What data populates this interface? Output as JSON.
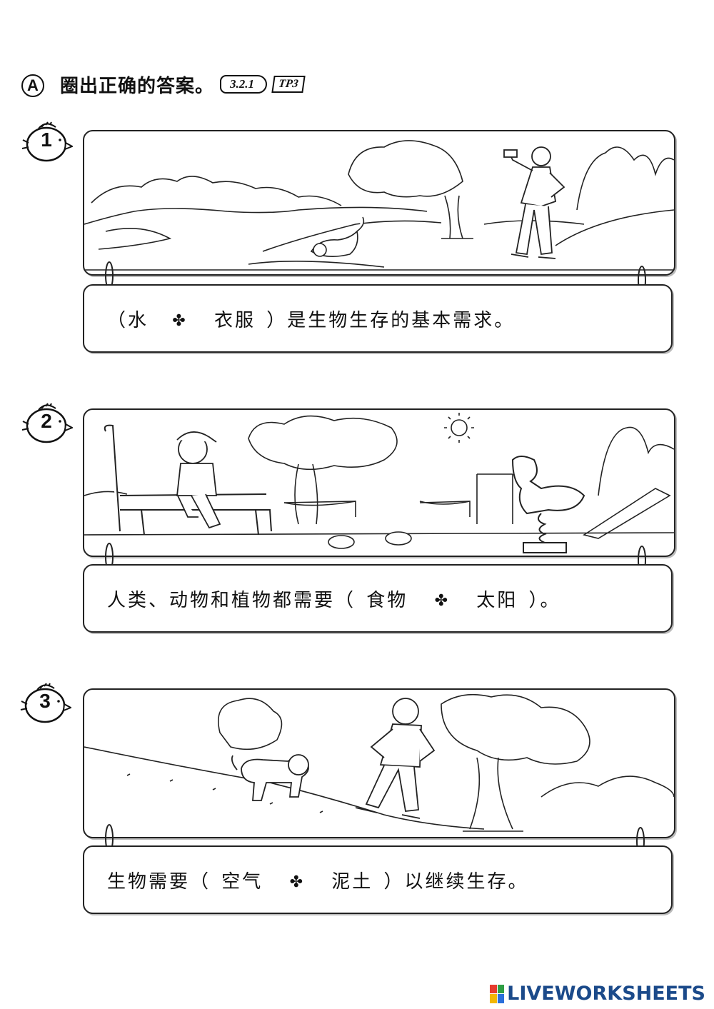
{
  "header": {
    "section_letter": "A",
    "instruction": "圈出正确的答案。",
    "standard_code": "3.2.1",
    "level_tag": "TP3"
  },
  "questions": [
    {
      "number": "1",
      "open": "（水",
      "option_a": "",
      "separator": "✤",
      "option_b": "衣服",
      "close": "）是生物生存的基本需求。",
      "before": ""
    },
    {
      "number": "2",
      "before": "人类、动物和植物都需要（",
      "option_a": "食物",
      "separator": "✤",
      "option_b": "太阳",
      "close": "）。"
    },
    {
      "number": "3",
      "before": "生物需要（",
      "option_a": "空气",
      "separator": "✤",
      "option_b": "泥土",
      "close": "）以继续生存。"
    }
  ],
  "footer": {
    "brand": "LIVEWORKSHEETS",
    "colors": {
      "brand_text": "#1b4a8a",
      "logo_1": "#e63b2e",
      "logo_2": "#2e9e44",
      "logo_3": "#f2b705",
      "logo_4": "#2a6fdb"
    }
  },
  "illustrations": [
    "park-river-scene",
    "playground-scene",
    "hill-tree-scene"
  ]
}
